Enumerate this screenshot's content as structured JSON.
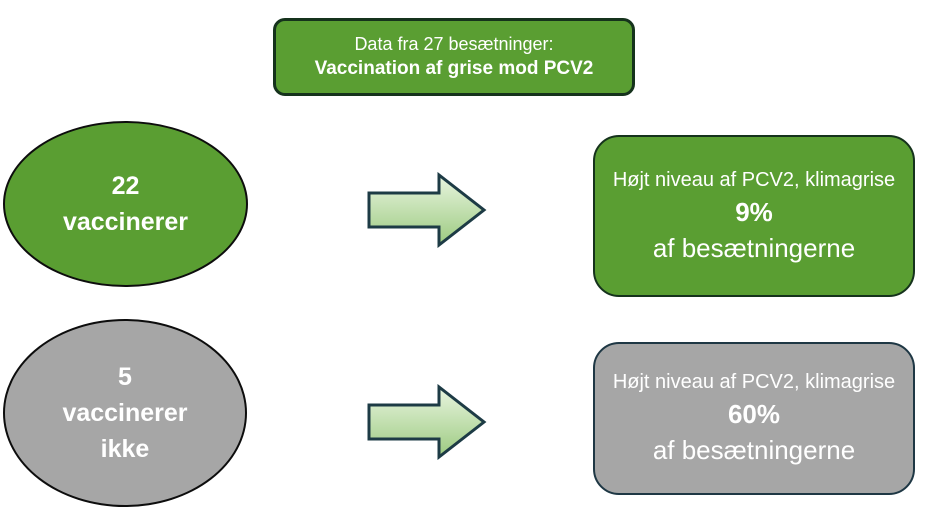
{
  "header": {
    "line1": "Data fra 27 besætninger:",
    "line2": "Vaccination af grise mod PCV2"
  },
  "vaccinated": {
    "count": "22",
    "label": "vaccinerer",
    "result": {
      "line1": "Højt niveau af PCV2, klimagrise",
      "value": "9%",
      "line2": "af besætningerne"
    }
  },
  "not_vaccinated": {
    "count": "5",
    "label_line1": "vaccinerer",
    "label_line2": "ikke",
    "result": {
      "line1": "Højt niveau af PCV2, klimagrise",
      "value": "60%",
      "line2": "af besætningerne"
    }
  },
  "icons": {
    "arrow": "right-arrow-icon"
  },
  "colors": {
    "green": "#5a9e32",
    "gray": "#a6a6a6",
    "dark-green-border": "#15321c",
    "black-border": "#0d0d0d",
    "navy-border": "#1e3744",
    "arrow-border": "#1d3b45",
    "arrow-top": "#e9f5e0",
    "arrow-bottom": "#9cca80",
    "text-white": "#ffffff"
  }
}
